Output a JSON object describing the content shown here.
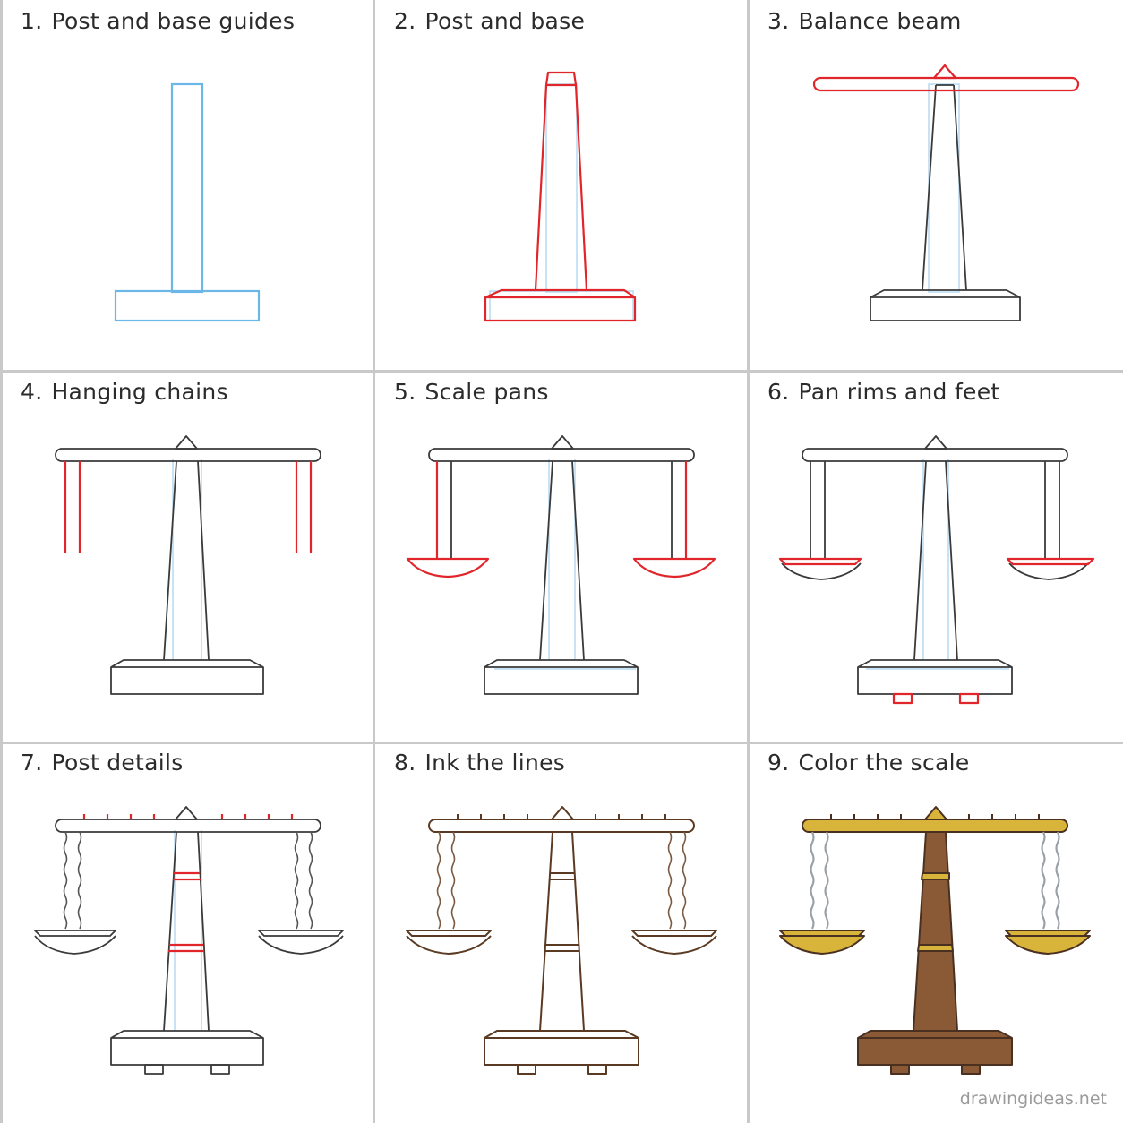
{
  "steps": [
    {
      "number": "1.",
      "label": "Post and base guides"
    },
    {
      "number": "2.",
      "label": "Post and base"
    },
    {
      "number": "3.",
      "label": "Balance beam"
    },
    {
      "number": "4.",
      "label": "Hanging chains"
    },
    {
      "number": "5.",
      "label": "Scale pans"
    },
    {
      "number": "6.",
      "label": "Pan rims and feet"
    },
    {
      "number": "7.",
      "label": "Post details"
    },
    {
      "number": "8.",
      "label": "Ink the lines"
    },
    {
      "number": "9.",
      "label": "Color the scale"
    }
  ],
  "watermark": "drawingideas.net",
  "colors": {
    "guide": "#6ab7e8",
    "new_lines": "#e0262b",
    "pencil": "#3a3a3a",
    "ink": "#5a3a22",
    "post_fill": "#8a5a36",
    "gold": "#d9b43a",
    "chain": "#9aa0a6",
    "grid_line": "#c9c9c9"
  }
}
